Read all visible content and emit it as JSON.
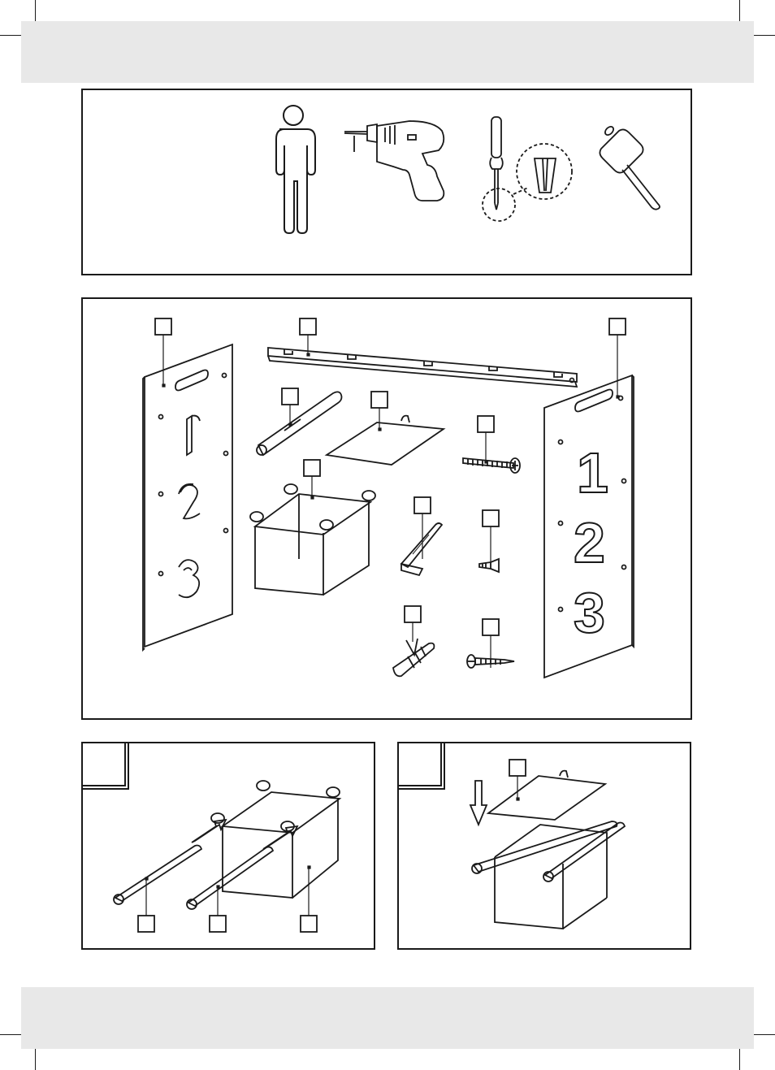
{
  "page": {
    "header_band": "",
    "footer_band": ""
  },
  "tools_panel": {
    "tools": [
      {
        "icon": "person-icon"
      },
      {
        "icon": "drill-icon"
      },
      {
        "icon": "phillips-screwdriver-icon"
      },
      {
        "icon": "hammer-icon"
      }
    ]
  },
  "parts_panel": {
    "panel_numbers": [
      "1",
      "2",
      "3"
    ],
    "parts": [
      {
        "icon": "side-panel-icon",
        "label": ""
      },
      {
        "icon": "crossbar-icon",
        "label": ""
      },
      {
        "icon": "side-panel-numbered-icon",
        "label": ""
      },
      {
        "icon": "rod-icon",
        "label": ""
      },
      {
        "icon": "base-board-icon",
        "label": ""
      },
      {
        "icon": "long-screw-icon",
        "label": ""
      },
      {
        "icon": "fabric-box-icon",
        "label": ""
      },
      {
        "icon": "angle-bracket-icon",
        "label": ""
      },
      {
        "icon": "short-screw-icon",
        "label": ""
      },
      {
        "icon": "wall-plug-icon",
        "label": ""
      },
      {
        "icon": "wood-screw-icon",
        "label": ""
      }
    ]
  },
  "step_a": {
    "step_number": "",
    "labels": [
      "",
      "",
      ""
    ]
  },
  "step_b": {
    "step_number": "",
    "labels": [
      ""
    ]
  }
}
